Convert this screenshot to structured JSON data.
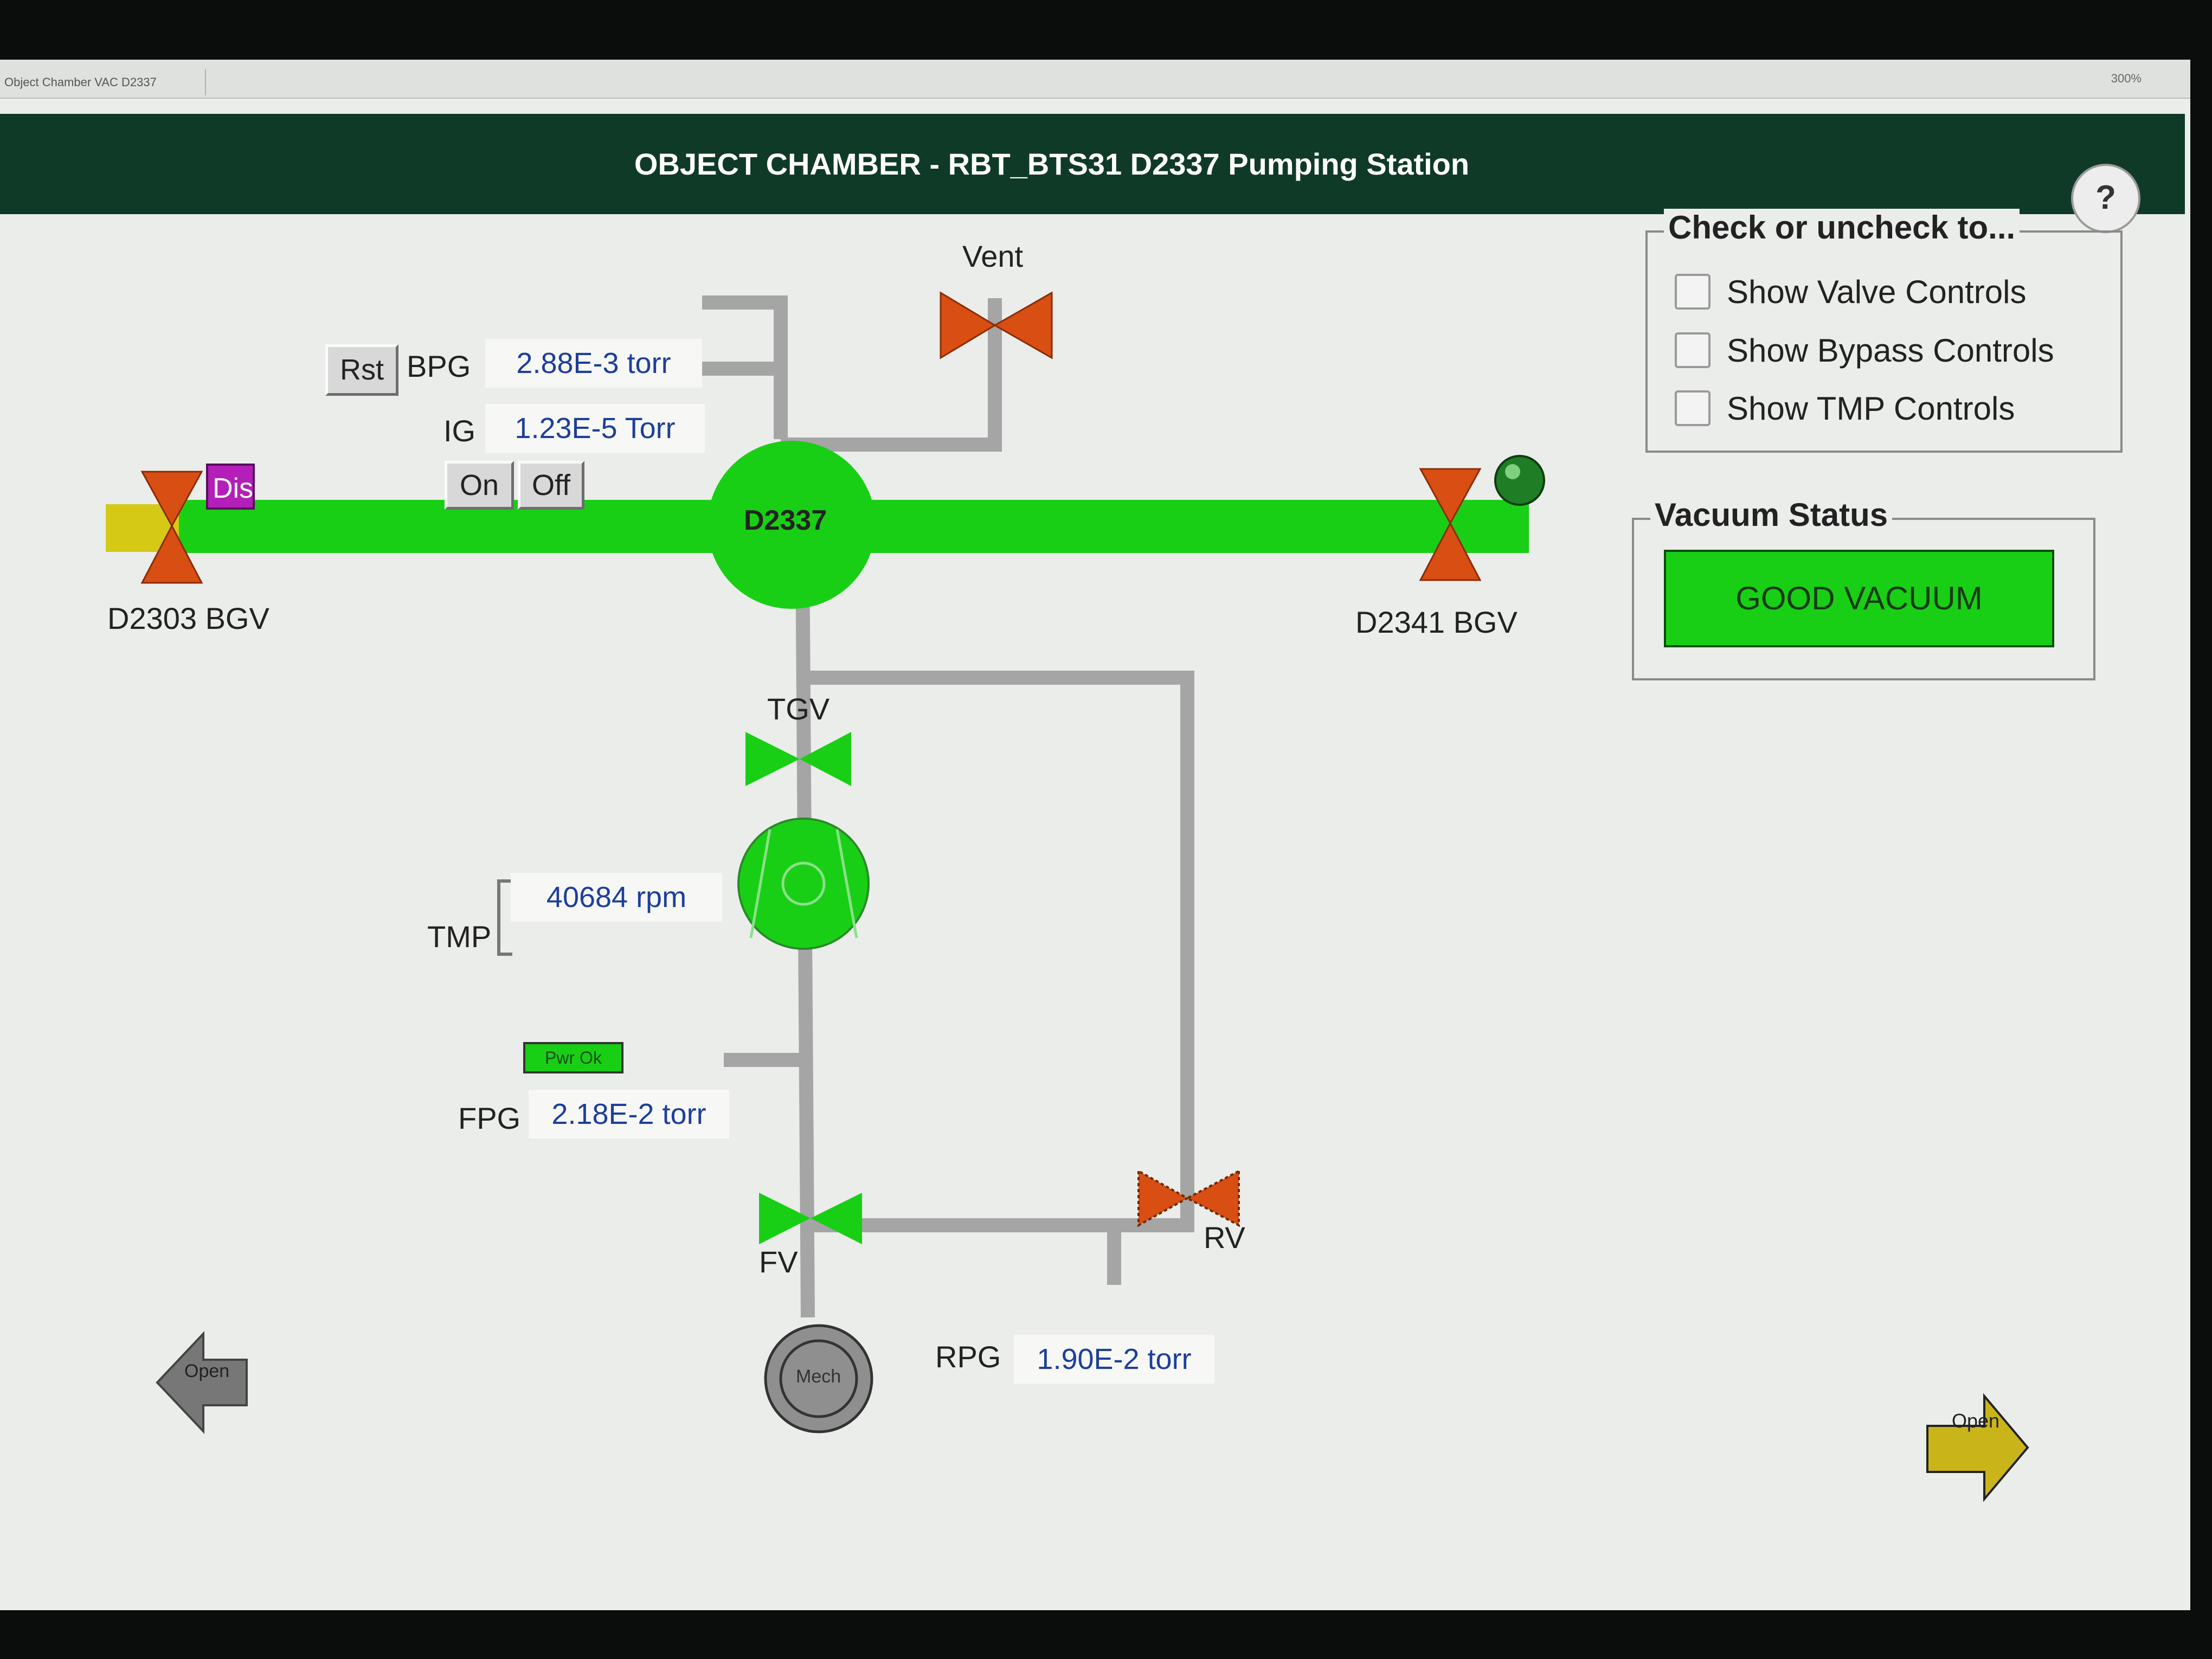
{
  "window": {
    "tab_title": "Object Chamber VAC D2337",
    "zoom": "300%"
  },
  "header": {
    "title": "OBJECT CHAMBER - RBT_BTS31 D2337 Pumping Station",
    "help_label": "?"
  },
  "gauges": {
    "bpg": {
      "label": "BPG",
      "value": "2.88E-3 torr",
      "reset_label": "Rst"
    },
    "ig": {
      "label": "IG",
      "value": "1.23E-5 Torr",
      "on_label": "On",
      "off_label": "Off"
    },
    "tmp": {
      "label": "TMP",
      "value": "40684 rpm",
      "status": "Pwr Ok"
    },
    "fpg": {
      "label": "FPG",
      "value": "2.18E-2 torr"
    },
    "rpg": {
      "label": "RPG",
      "value": "1.90E-2 torr"
    }
  },
  "schematic": {
    "chamber_label": "D2337",
    "vent_label": "Vent",
    "left_valve_label": "D2303 BGV",
    "right_valve_label": "D2341 BGV",
    "tgv_label": "TGV",
    "fv_label": "FV",
    "rv_label": "RV",
    "mech_label": "Mech",
    "disable_label": "Dis",
    "colors": {
      "beamline_green": "#19cf15",
      "valve_closed": "#d94e13",
      "valve_open": "#19cf15",
      "beamline_yellow": "#d6c916",
      "pipe": "#a5a5a5"
    }
  },
  "nav": {
    "left_arrow_label": "Open",
    "right_arrow_label": "Open"
  },
  "options": {
    "title": "Check or uncheck to...",
    "items": [
      {
        "label": "Show Valve Controls",
        "checked": false
      },
      {
        "label": "Show Bypass Controls",
        "checked": false
      },
      {
        "label": "Show TMP Controls",
        "checked": false
      }
    ]
  },
  "vacuum_status": {
    "title": "Vacuum Status",
    "value": "GOOD VACUUM"
  }
}
